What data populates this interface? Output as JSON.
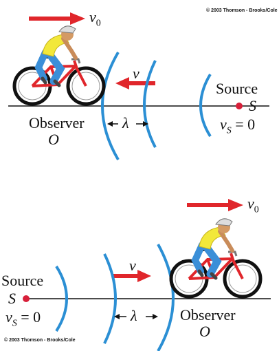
{
  "copyright": "© 2003 Thomson - Brooks/Cole",
  "colors": {
    "wave": "#2b8fd4",
    "arrow": "#e0262b",
    "axis": "#111111",
    "source_dot": "#d8203a"
  },
  "top": {
    "observer_velocity_label": "v",
    "observer_velocity_sub": "0",
    "wave_velocity_label": "v",
    "source_label": "Source",
    "source_symbol": "S",
    "source_velocity": "v",
    "source_velocity_sub": "S",
    "source_velocity_value": " = 0",
    "observer_label": "Observer",
    "observer_symbol": "O",
    "wavelength_symbol": "λ"
  },
  "bottom": {
    "observer_velocity_label": "v",
    "observer_velocity_sub": "0",
    "wave_velocity_label": "v",
    "source_label": "Source",
    "source_symbol": "S",
    "source_velocity": "v",
    "source_velocity_sub": "S",
    "source_velocity_value": " = 0",
    "observer_label": "Observer",
    "observer_symbol": "O",
    "wavelength_symbol": "λ"
  }
}
